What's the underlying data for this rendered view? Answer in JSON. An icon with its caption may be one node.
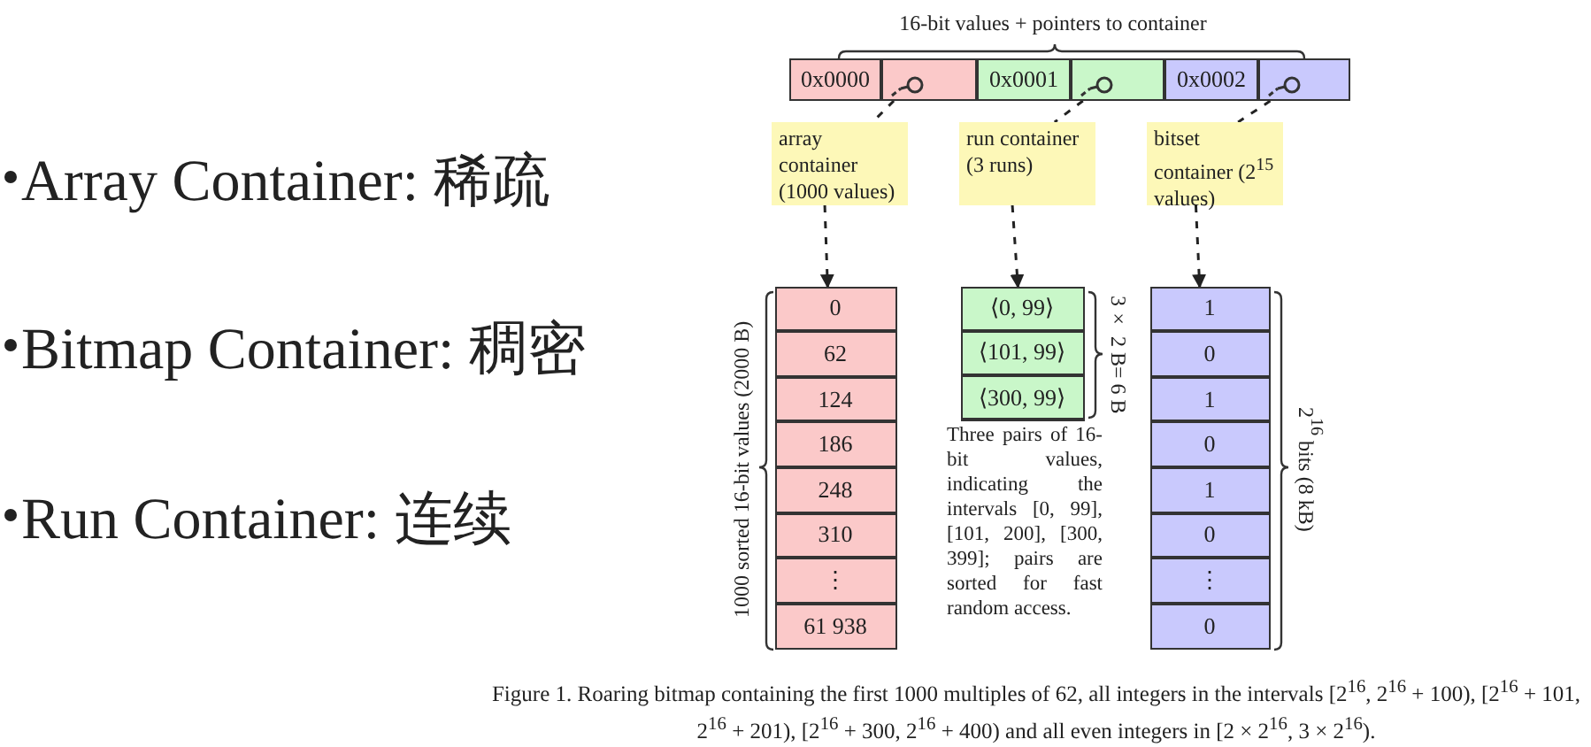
{
  "diagram": {
    "caption": "Figure 1.  Roaring bitmap containing the first 1000 multiples of 62, all integers in the intervals [2$^{16}$, 2$^{16}$ + 100), [2$^{16}$ + 101, 2$^{16}$ + 201), [2$^{16}$ + 300, 2$^{16}$ + 400) and all even integers in [2 × 2$^{16}$, 3 × 2$^{16}$).",
    "nodes": [
      {
        "text": [
          "0x0000"
        ]
      },
      {
        "text": [],
        "shape": "box"
      },
      {
        "text": [
          "0x0001"
        ]
      },
      {
        "text": [],
        "shape": "box"
      },
      {
        "text": [
          "0x0002"
        ]
      },
      {
        "text": [],
        "shape": "box"
      },
      {
        "text": [
          "array container (1000 values)"
        ]
      },
      {
        "text": [
          "run container (3 runs)"
        ]
      },
      {
        "text": [
          "bitset container (2$^{15}$ values)"
        ]
      },
      {
        "text": [],
        "shape": "box"
      },
      {
        "text": [
          "0"
        ],
        "in": 9
      },
      {
        "text": [
          "62"
        ],
        "in": 9
      },
      {
        "text": [
          "124"
        ],
        "in": 9
      },
      {
        "text": [
          "186"
        ],
        "in": 9
      },
      {
        "text": [
          "248"
        ],
        "in": 9
      },
      {
        "text": [
          "310"
        ],
        "in": 9
      },
      {
        "text": [
          "⋮"
        ],
        "in": 9
      },
      {
        "text": [
          "61 938"
        ],
        "in": 9
      },
      {
        "text": [],
        "shape": "box"
      },
      {
        "text": [
          "⟨0, 99⟩"
        ],
        "in": 18
      },
      {
        "text": [
          "⟨101, 99⟩"
        ],
        "in": 18
      },
      {
        "text": [
          "⟨300, 99⟩"
        ],
        "in": 18
      },
      {
        "text": [],
        "shape": "box"
      },
      {
        "text": [
          "1"
        ],
        "in": 22
      },
      {
        "text": [
          "0"
        ],
        "in": 22
      },
      {
        "text": [
          "1"
        ],
        "in": 22
      },
      {
        "text": [
          "0"
        ],
        "in": 22
      },
      {
        "text": [
          "1"
        ],
        "in": 22
      },
      {
        "text": [
          "0"
        ],
        "in": 22
      },
      {
        "text": [
          "⋮"
        ],
        "in": 22
      },
      {
        "text": [
          "0"
        ],
        "in": 22
      }
    ],
    "edges": [
      {
        "from": 1,
        "to": 6,
        "arrow": "none",
        "style": "dashed"
      },
      {
        "from": 6,
        "to": 9,
        "arrow": "to",
        "style": "dashed"
      },
      {
        "from": 3,
        "to": 7,
        "arrow": "none",
        "style": "dashed"
      },
      {
        "from": 7,
        "to": 18,
        "arrow": "to",
        "style": "dashed"
      },
      {
        "from": 5,
        "to": 8,
        "arrow": "none",
        "style": "dashed"
      },
      {
        "from": 8,
        "to": 22,
        "arrow": "to",
        "style": "dashed"
      }
    ],
    "labels": [
      "16-bit values + pointers to container",
      "Array Container: 稀疏",
      "Bitmap Container: 稠密",
      "Run Container: 连续",
      "1000 sorted 16-bit values (2000 B)",
      "3× 2 B= 6 B",
      "Three pairs of 16-bit values, indicating the intervals [0, 99], [101, 200], [300, 399]; pairs are sorted for fast random access.",
      "2$^{16}$ bits (8 kB)"
    ]
  }
}
